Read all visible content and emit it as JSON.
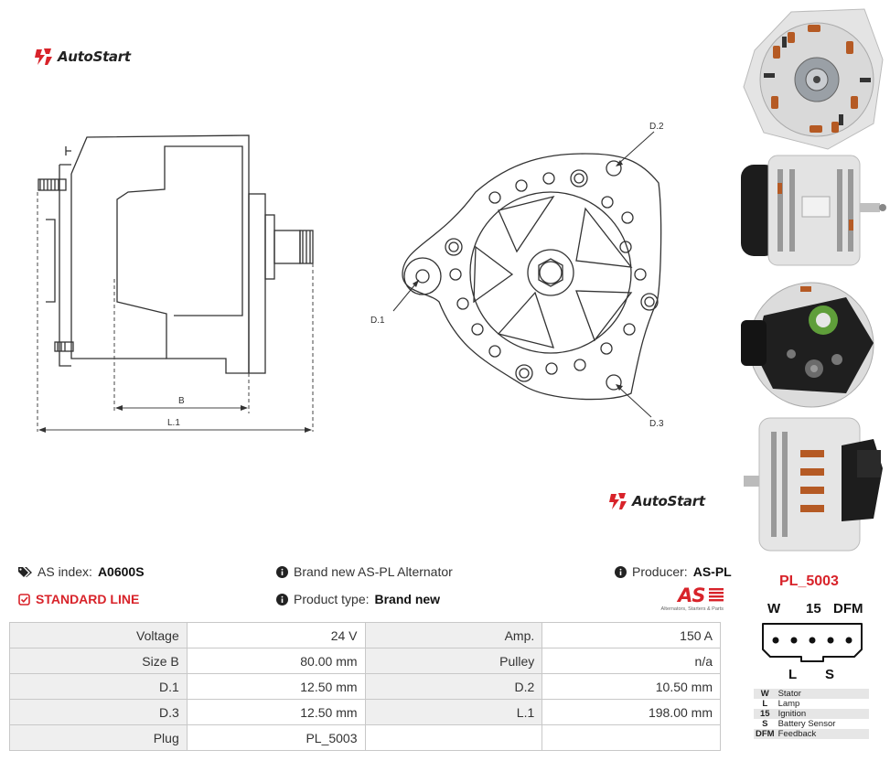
{
  "brand": {
    "name": "AutoStart"
  },
  "drawing": {
    "labels": {
      "b": "B",
      "l1": "L.1",
      "d1": "D.1",
      "d2": "D.2",
      "d3": "D.3"
    }
  },
  "info": {
    "as_index_label": "AS index:",
    "as_index_value": "A0600S",
    "line_label": "STANDARD LINE",
    "brand_new_text": "Brand new AS-PL Alternator",
    "product_type_label": "Product type:",
    "product_type_value": "Brand new",
    "producer_label": "Producer:",
    "producer_value": "AS-PL",
    "producer_logo_text": "AS",
    "producer_tagline": "Alternators, Starters & Parts"
  },
  "specs": [
    {
      "l1": "Voltage",
      "v1": "24 V",
      "l2": "Amp.",
      "v2": "150 A"
    },
    {
      "l1": "Size B",
      "v1": "80.00 mm",
      "l2": "Pulley",
      "v2": "n/a"
    },
    {
      "l1": "D.1",
      "v1": "12.50 mm",
      "l2": "D.2",
      "v2": "10.50 mm"
    },
    {
      "l1": "D.3",
      "v1": "12.50 mm",
      "l2": "L.1",
      "v2": "198.00 mm"
    },
    {
      "l1": "Plug",
      "v1": "PL_5003",
      "l2": "",
      "v2": ""
    }
  ],
  "plug": {
    "title": "PL_5003",
    "top_pins": [
      "W",
      "15",
      "DFM"
    ],
    "bottom_pins": [
      "L",
      "S"
    ],
    "legend": [
      {
        "key": "W",
        "desc": "Stator"
      },
      {
        "key": "L",
        "desc": "Lamp"
      },
      {
        "key": "15",
        "desc": "Ignition"
      },
      {
        "key": "S",
        "desc": "Battery Sensor"
      },
      {
        "key": "DFM",
        "desc": "Feedback"
      }
    ]
  },
  "colors": {
    "accent": "#d8232a",
    "label_bg": "#efefef",
    "border": "#c8c8c8"
  }
}
